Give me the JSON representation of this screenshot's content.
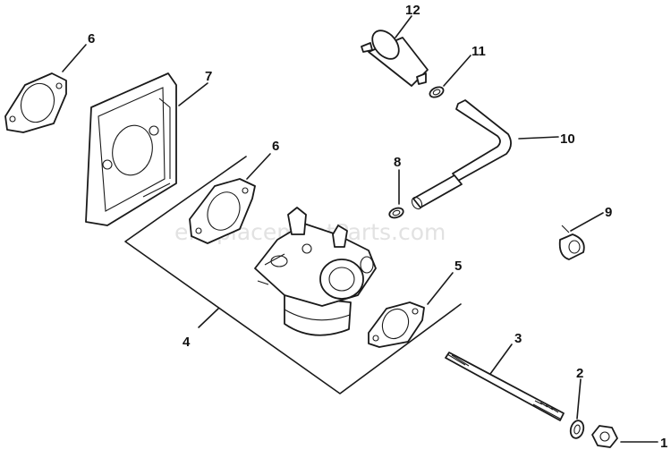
{
  "watermark": "eReplacementParts.com",
  "callouts": [
    "1",
    "2",
    "3",
    "4",
    "5",
    "6",
    "6",
    "7",
    "8",
    "9",
    "10",
    "11",
    "12"
  ]
}
